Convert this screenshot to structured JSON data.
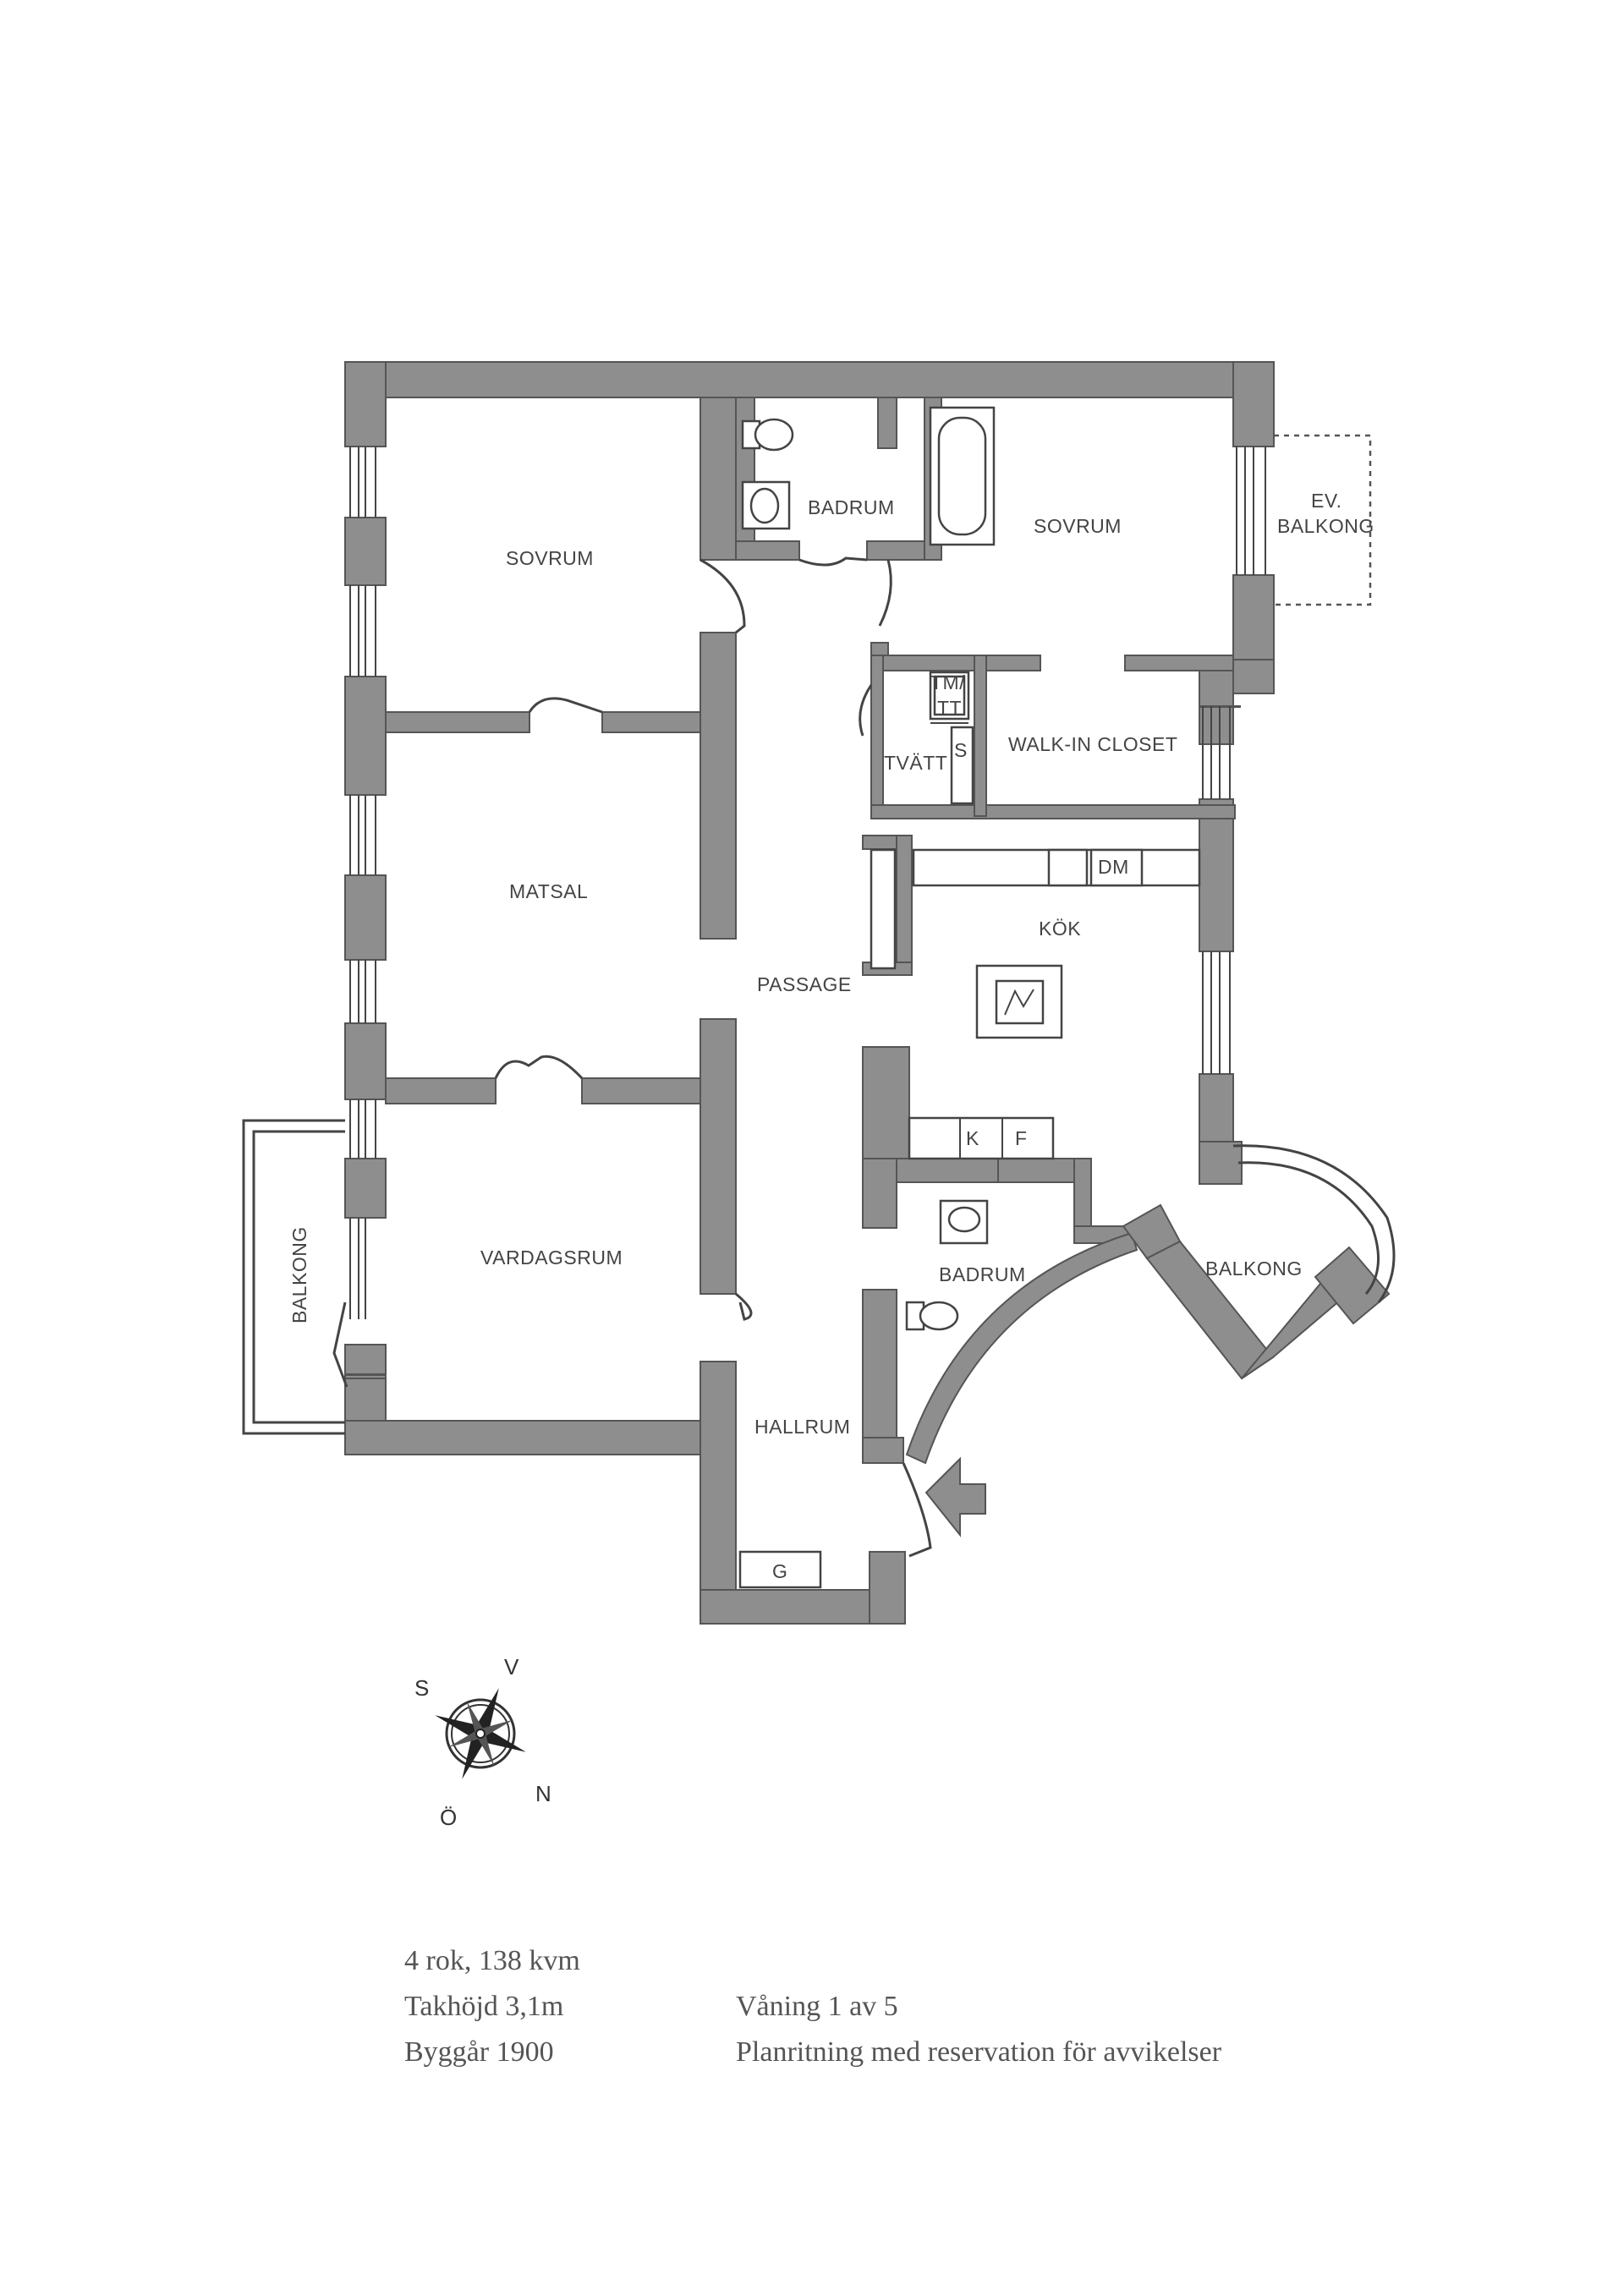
{
  "rooms": {
    "sovrum_left": "SOVRUM",
    "badrum_top": "BADRUM",
    "sovrum_right": "SOVRUM",
    "ev_balkong_line1": "EV.",
    "ev_balkong_line2": "BALKONG",
    "tm_tt_line1": "TM/",
    "tm_tt_line2": "TT",
    "tvatt": "TVÄTT",
    "s": "S",
    "walk_in_closet": "WALK-IN CLOSET",
    "matsal": "MATSAL",
    "dm": "DM",
    "kok": "KÖK",
    "passage": "PASSAGE",
    "k": "K",
    "f": "F",
    "vardagsrum": "VARDAGSRUM",
    "balkong_left": "BALKONG",
    "badrum_bottom": "BADRUM",
    "balkong_right": "BALKONG",
    "hallrum": "HALLRUM",
    "g": "G"
  },
  "compass": {
    "s": "S",
    "v": "V",
    "n": "N",
    "o": "Ö"
  },
  "info": {
    "rooms_area": "4 rok, 138 kvm",
    "ceiling": "Takhöjd 3,1m",
    "year": "Byggår 1900",
    "floor": "Våning 1 av 5",
    "disclaimer": "Planritning med reservation för avvikelser"
  }
}
